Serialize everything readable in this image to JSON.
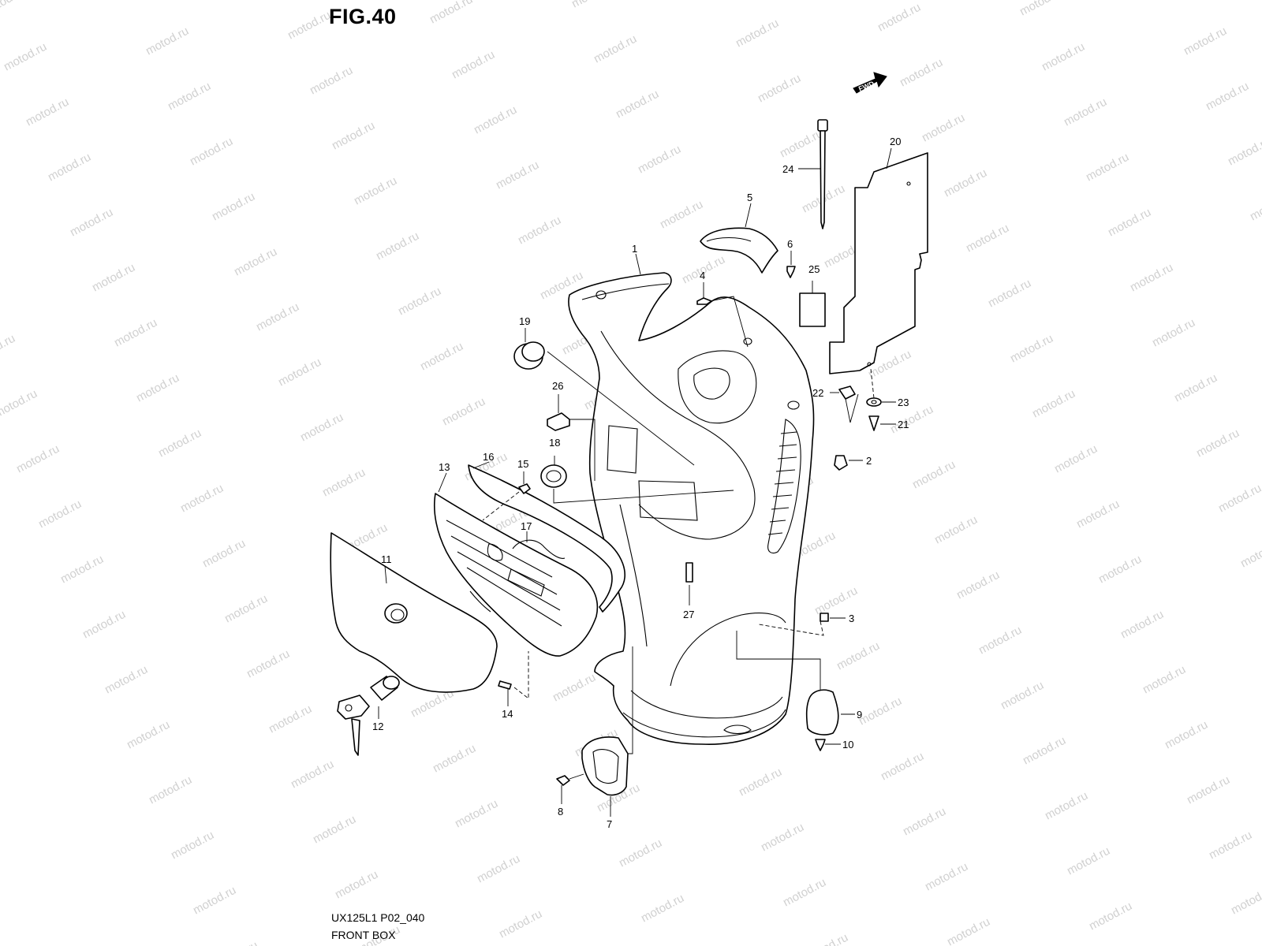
{
  "figure": {
    "title": "FIG.40",
    "model_code": "UX125L1 P02_040",
    "name": "FRONT BOX",
    "direction_label": "FWD",
    "watermark": "motod.ru"
  },
  "callouts": {
    "c1": "1",
    "c2": "2",
    "c3": "3",
    "c4": "4",
    "c5": "5",
    "c6": "6",
    "c7": "7",
    "c8": "8",
    "c9": "9",
    "c10": "10",
    "c11": "11",
    "c12": "12",
    "c13": "13",
    "c14": "14",
    "c15": "15",
    "c16": "16",
    "c17": "17",
    "c18": "18",
    "c19": "19",
    "c20": "20",
    "c21": "21",
    "c22": "22",
    "c23": "23",
    "c24": "24",
    "c25": "25",
    "c26": "26",
    "c27": "27"
  }
}
